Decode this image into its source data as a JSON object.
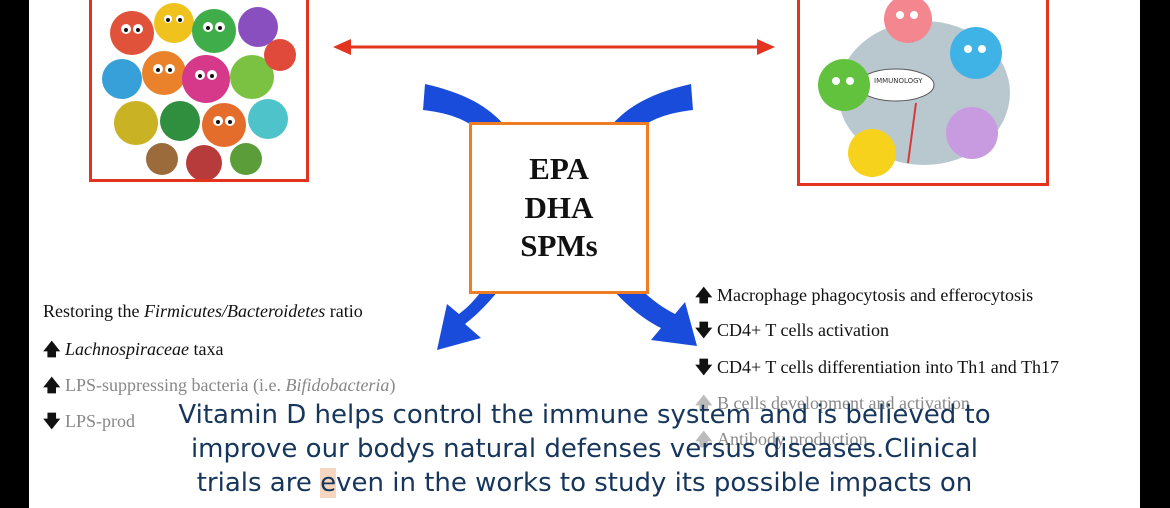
{
  "figure": {
    "immunology_label": "IMMUNOLOGY",
    "center_terms": [
      "EPA",
      "DHA",
      "SPMs"
    ],
    "up_arrow": "🡅",
    "down_arrow": "🡇",
    "left_heading": {
      "prefix": "Restoring the ",
      "italic": "Firmicutes/Bacteroidetes",
      "suffix": " ratio"
    },
    "left_effects": [
      {
        "italic": "Lachnospiraceae",
        "suffix": " taxa"
      },
      {
        "prefix": "LPS-suppressing bacteria (i.e. ",
        "italic": "Bifidobacteria",
        "suffix": ")"
      },
      {
        "text": "LPS-prod"
      }
    ],
    "right_effects": [
      "Macrophage phagocytosis and efferocytosis",
      "CD4+ T cells activation",
      "CD4+ T cells differentiation into Th1 and Th17",
      "B cells development and activation",
      "Antibody production"
    ]
  },
  "caption": {
    "lines": [
      "Vitamin D helps control the immune system and is believed to",
      "improve our bodys natural defenses versus diseases.Clinical"
    ],
    "line3": {
      "part1": "trials are ",
      "highlight": "e",
      "part2": "ven in the works to study its possible impacts on"
    }
  }
}
